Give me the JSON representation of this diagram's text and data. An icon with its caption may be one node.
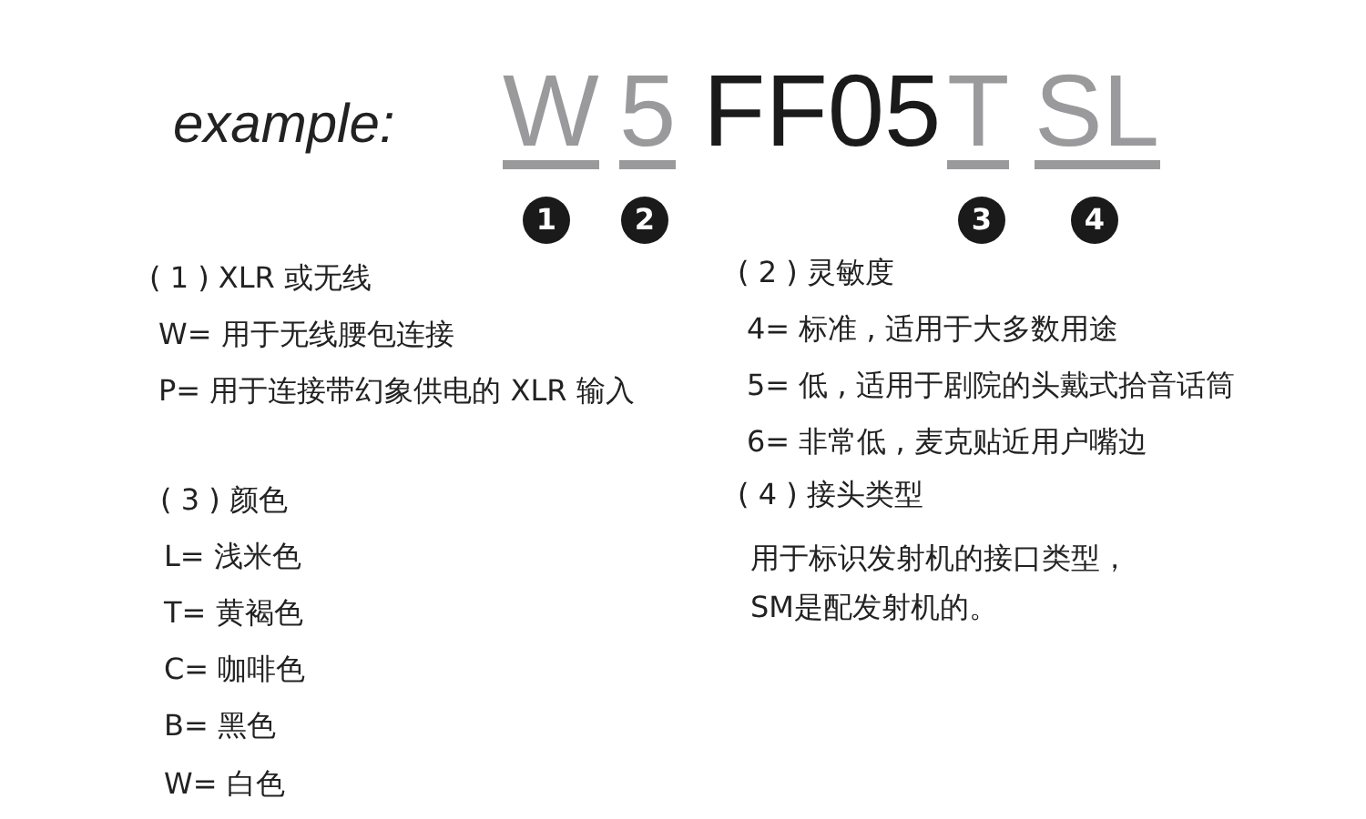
{
  "diagram": {
    "labels": [
      "example:",
      "W",
      "5",
      "FF05",
      "T",
      "SL",
      "1",
      "2",
      "3",
      "4",
      "( 1 ) XLR 或无线",
      "W= 用于无线腰包连接",
      "P= 用于连接带幻象供电的 XLR 输入",
      "( 3 ) 颜色",
      "L= 浅米色",
      "T= 黄褐色",
      "C= 咖啡色",
      "B= 黑色",
      "W= 白色",
      "( 2 ) 灵敏度",
      "4= 标准 , 适用于大多数用途",
      "5= 低 , 适用于剧院的头戴式拾音话筒",
      "6= 非常低 , 麦克贴近用户嘴边",
      "( 4 ) 接头类型",
      "用于标识发射机的接口类型，SM是配发射机的。"
    ]
  }
}
